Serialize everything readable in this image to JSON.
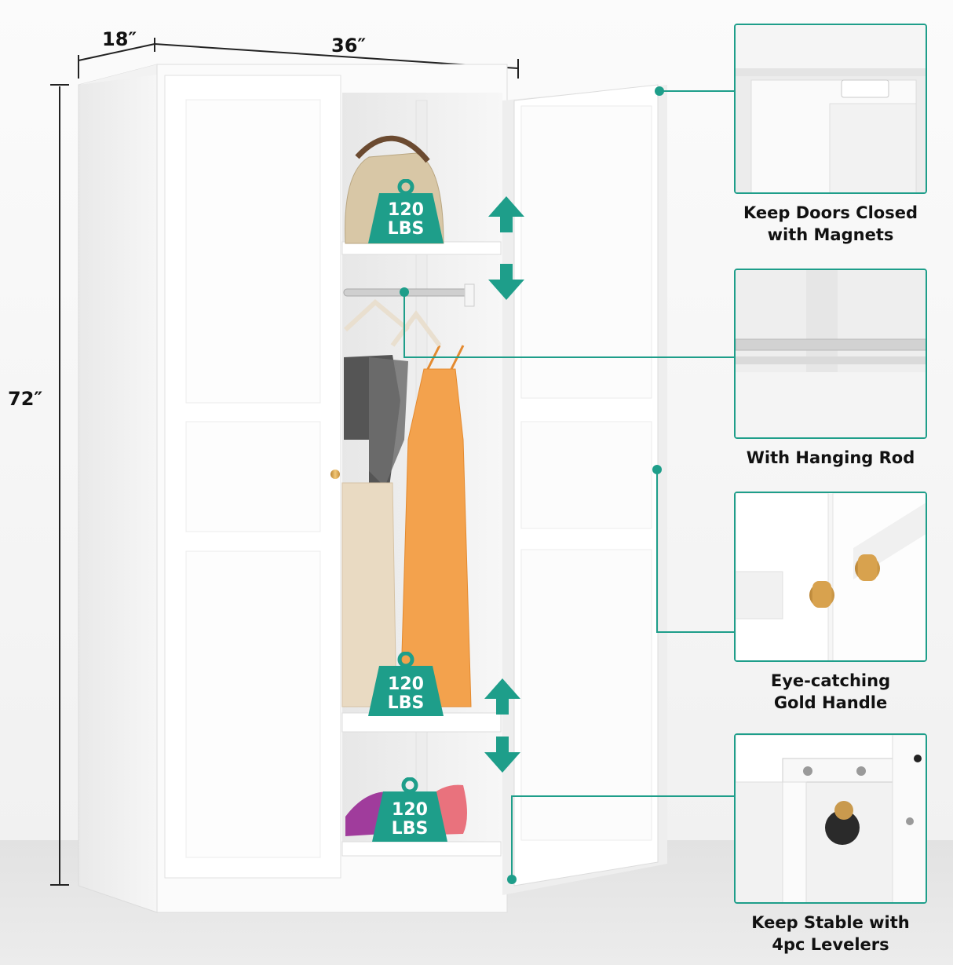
{
  "dimensions": {
    "depth": "18″",
    "width": "36″",
    "height": "72″"
  },
  "weight_badges": [
    {
      "line1": "120",
      "line2": "LBS"
    },
    {
      "line1": "120",
      "line2": "LBS"
    },
    {
      "line1": "120",
      "line2": "LBS"
    }
  ],
  "features": [
    {
      "line1": "Keep Doors Closed",
      "line2": "with Magnets"
    },
    {
      "line1": "With Hanging Rod",
      "line2": ""
    },
    {
      "line1": "Eye-catching",
      "line2": "Gold Handle"
    },
    {
      "line1": "Keep Stable with",
      "line2": "4pc Levelers"
    }
  ],
  "colors": {
    "accent": "#1e9e8a",
    "cabinet": "#ffffff",
    "gold_handle": "#d8a24e",
    "dress": "#f3a24d"
  }
}
